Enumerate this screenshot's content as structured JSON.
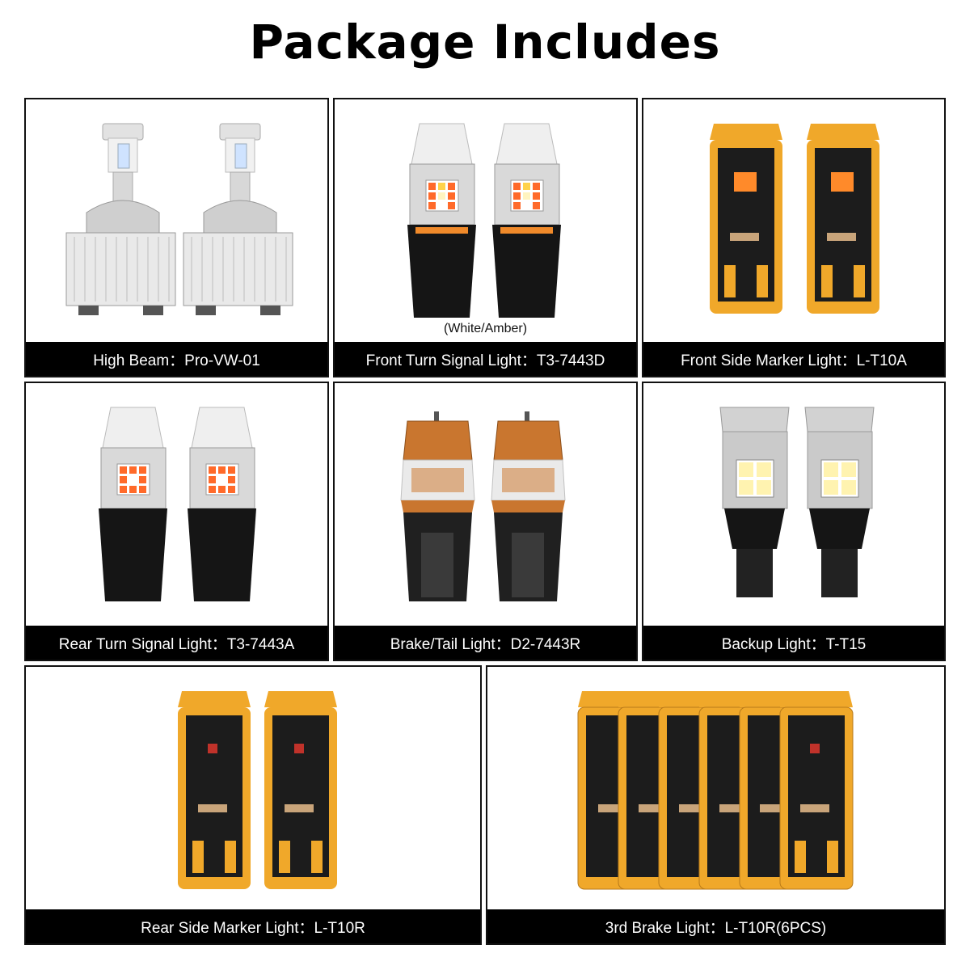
{
  "title": "Package Includes",
  "panels": [
    {
      "caption": "High Beam：Pro-VW-01",
      "bulb": "d-series-hid-led-bulb-icon"
    },
    {
      "caption": "Front Turn Signal Light：T3-7443D",
      "note": "(White/Amber)",
      "bulb": "7443-amber-white-led-bulb-icon"
    },
    {
      "caption": "Front Side Marker Light：L-T10A",
      "bulb": "t10-wedge-amber-led-bulb-icon"
    },
    {
      "caption": "Rear Turn Signal Light：T3-7443A",
      "bulb": "7443-amber-led-bulb-icon"
    },
    {
      "caption": "Brake/Tail Light：D2-7443R",
      "bulb": "7443-red-led-bulb-icon"
    },
    {
      "caption": "Backup Light：T-T15",
      "bulb": "t15-white-led-bulb-icon"
    },
    {
      "caption": "Rear Side Marker Light：L-T10R",
      "bulb": "t10-wedge-red-led-bulb-icon"
    },
    {
      "caption": "3rd Brake Light：L-T10R(6PCS)",
      "bulb": "t10-wedge-red-led-bulb-icon"
    }
  ],
  "colors": {
    "caption_bg": "#000000",
    "caption_text": "#ffffff",
    "gold": "#f0a82a",
    "copper": "#c9762f",
    "amber_led": "#ff6a2a"
  }
}
